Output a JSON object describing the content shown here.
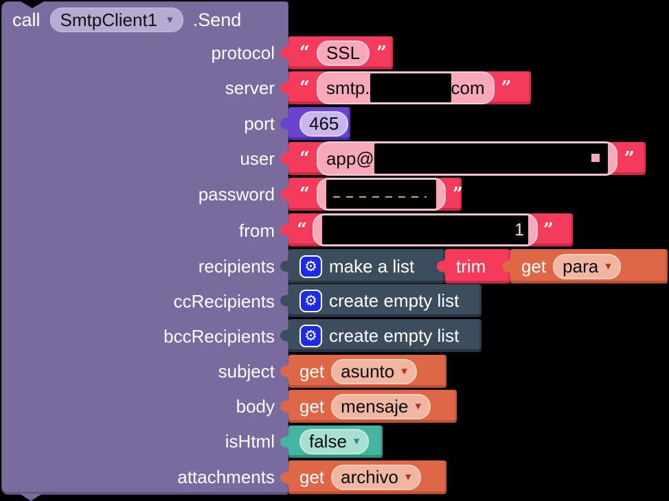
{
  "ui": {
    "arrow": "▾",
    "quote_open": "“",
    "quote_close": "”",
    "gear": "⚙"
  },
  "colors": {
    "background": "#000000",
    "procedure_block": "#7a6b9e",
    "text_block": "#f43b5c",
    "number_block": "#6a43cf",
    "list_block": "#3c4d5d",
    "variable_block": "#dd6747",
    "logic_block": "#45b4a1",
    "gear_icon": "#1e2be6",
    "redaction": "#000000"
  },
  "header": {
    "call": "call",
    "component": "SmtpClient1",
    "method": ".Send"
  },
  "params": {
    "protocol": {
      "label": "protocol",
      "value": "SSL"
    },
    "server": {
      "label": "server",
      "prefix": "smtp.",
      "suffix": "com",
      "redacted": true
    },
    "port": {
      "label": "port",
      "value": "465"
    },
    "user": {
      "label": "user",
      "prefix": "app@",
      "redacted": true
    },
    "password": {
      "label": "password",
      "redacted": true
    },
    "from": {
      "label": "from",
      "redacted": true,
      "visible_tail": "1"
    },
    "recipients": {
      "label": "recipients",
      "list_block": "make a list",
      "trim_block": "trim",
      "get_label": "get",
      "variable": "para"
    },
    "ccRecipients": {
      "label": "ccRecipients",
      "list_block": "create empty list"
    },
    "bccRecipients": {
      "label": "bccRecipients",
      "list_block": "create empty list"
    },
    "subject": {
      "label": "subject",
      "get_label": "get",
      "variable": "asunto"
    },
    "body": {
      "label": "body",
      "get_label": "get",
      "variable": "mensaje"
    },
    "isHtml": {
      "label": "isHtml",
      "value": "false"
    },
    "attachments": {
      "label": "attachments",
      "get_label": "get",
      "variable": "archivo"
    }
  }
}
